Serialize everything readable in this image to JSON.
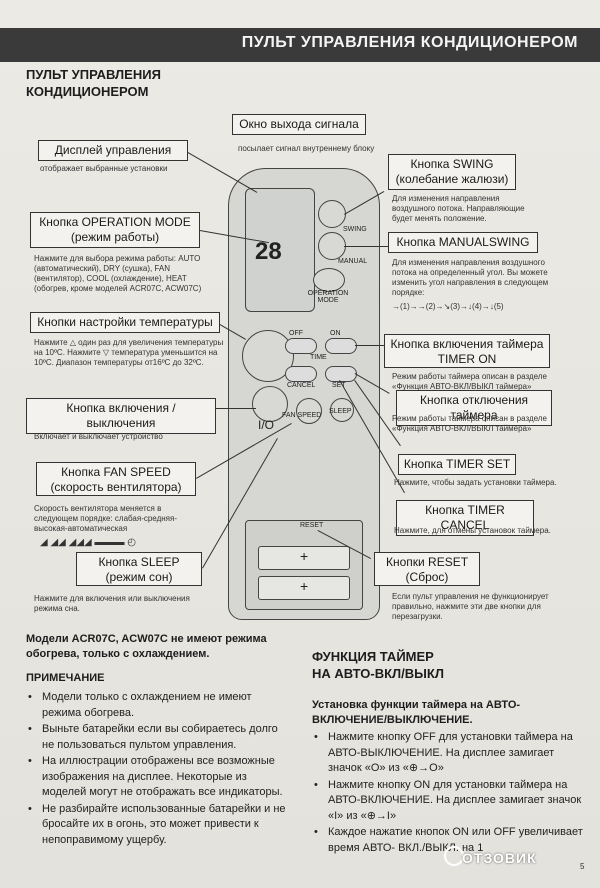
{
  "header": {
    "banner": "ПУЛЬТ УПРАВЛЕНИЯ КОНДИЦИОНЕРОМ",
    "title_line1": "ПУЛЬТ УПРАВЛЕНИЯ",
    "title_line2": "КОНДИЦИОНЕРОМ"
  },
  "labels": {
    "signal_window": "Окно выхода сигнала",
    "signal_desc": "посылает сигнал внутреннему блоку",
    "display": "Дисплей управления",
    "display_desc": "отображает выбранные установки",
    "swing_1": "Кнопка SWING",
    "swing_2": "(колебание жалюзи)",
    "swing_desc": "Для изменения направления воздушного потока. Направляющие будет менять положение.",
    "opmode_1": "Кнопка OPERATION MODE",
    "opmode_2": "(режим работы)",
    "opmode_desc": "Нажмите для выбора режима работы: AUTO (автоматический), DRY (сушка), FAN (вентилятор), COOL (охлаждение), HEAT (обогрев, кроме моделей ACR07C, ACW07C)",
    "manualswing": "Кнопка MANUALSWING",
    "manualswing_desc": "Для изменения направления воздушного потока на определенный угол. Вы можете изменить угол направления в следующем порядке:",
    "manualswing_seq": "→(1)→→(2)→↘(3)→↓(4)→↓(5)",
    "temp": "Кнопки настройки температуры",
    "temp_desc": "Нажмите △ один раз для увеличения температуры на 10ºС. Нажмите ▽ температура уменьшится на 10ºС. Диапазон температуры от16ºС до 32ºС.",
    "timer_on_1": "Кнопка включения таймера",
    "timer_on_2": "TIMER ON",
    "timer_on_desc": "Режим работы таймера описан в разделе «Функция АВТО-ВКЛ/ВЫКЛ таймера»",
    "power": "Кнопка включения / выключения",
    "power_desc": "Включает и выключает устройство",
    "timer_off": "Кнопка отключения таймера",
    "timer_off_desc": "Режим работы таймера описан в разделе «Функция АВТО-ВКЛ/ВЫКЛ таймера»",
    "fan_1": "Кнопка FAN SPEED",
    "fan_2": "(скорость вентилятора)",
    "fan_desc": "Скорость вентилятора меняется в следующем порядке: слабая-средняя-высокая-автоматическая",
    "timer_set": "Кнопка TIMER SET",
    "timer_set_desc": "Нажмите, чтобы задать установки таймера.",
    "timer_cancel": "Кнопка TIMER CANCEL",
    "timer_cancel_desc": "Нажмите, для отмены установок таймера.",
    "sleep_1": "Кнопка SLEEP",
    "sleep_2": "(режим сон)",
    "sleep_desc": "Нажмите для включения или выключения режима сна.",
    "reset_1": "Кнопки RESET",
    "reset_2": "(Сброс)",
    "reset_desc": "Если пульт управления не функционирует правильно, нажмите эти две кнопки для перезагрузки."
  },
  "remote": {
    "off": "OFF",
    "on": "ON",
    "time": "TIME",
    "cancel": "CANCEL",
    "set": "SET",
    "fan_speed": "FAN SPEED",
    "sleep": "SLEEP",
    "swing": "SWING",
    "manual": "MANUAL",
    "operation": "OPERATION",
    "mode": "MODE",
    "reset": "RESET",
    "power_symbol": "I/O",
    "lcd_digits": "28",
    "plus": "+"
  },
  "bottom": {
    "models_note": "Модели ACR07C, ACW07C не имеют режима обогрева, только с охлаждением.",
    "note_title": "ПРИМЕЧАНИЕ",
    "notes": [
      "Модели только с охлаждением не имеют режима обогрева.",
      "Выньте батарейки если вы собираетесь долго не пользоваться пультом управления.",
      "На иллюстрации отображены все возможные изображения на дисплее. Некоторые из моделей могут не отображать все индикаторы.",
      "Не разбирайте использованные батарейки и не бросайте их в огонь, это может привести к непоправимому ущербу."
    ],
    "timer_title_1": "ФУНКЦИЯ ТАЙМЕР",
    "timer_title_2": "НА АВТО-ВКЛ/ВЫКЛ",
    "timer_sub": "Установка функции таймера на АВТО-ВКЛЮЧЕНИЕ/ВЫКЛЮЧЕНИЕ.",
    "timer_steps": [
      "Нажмите кнопку OFF для установки таймера на АВТО-ВЫКЛЮЧЕНИЕ. На дисплее замигает значок «О» из «⊕→О»",
      "Нажмите кнопку ON для установки таймера на АВТО-ВКЛЮЧЕНИЕ. На дисплее замигает значок «I» из «⊕→I»",
      "Каждое нажатие кнопок ON или OFF увеличивает время АВТО- ВКЛ./ВЫКЛ. на 1"
    ]
  },
  "watermark": "ОТЗОВИК",
  "page_number": "5"
}
